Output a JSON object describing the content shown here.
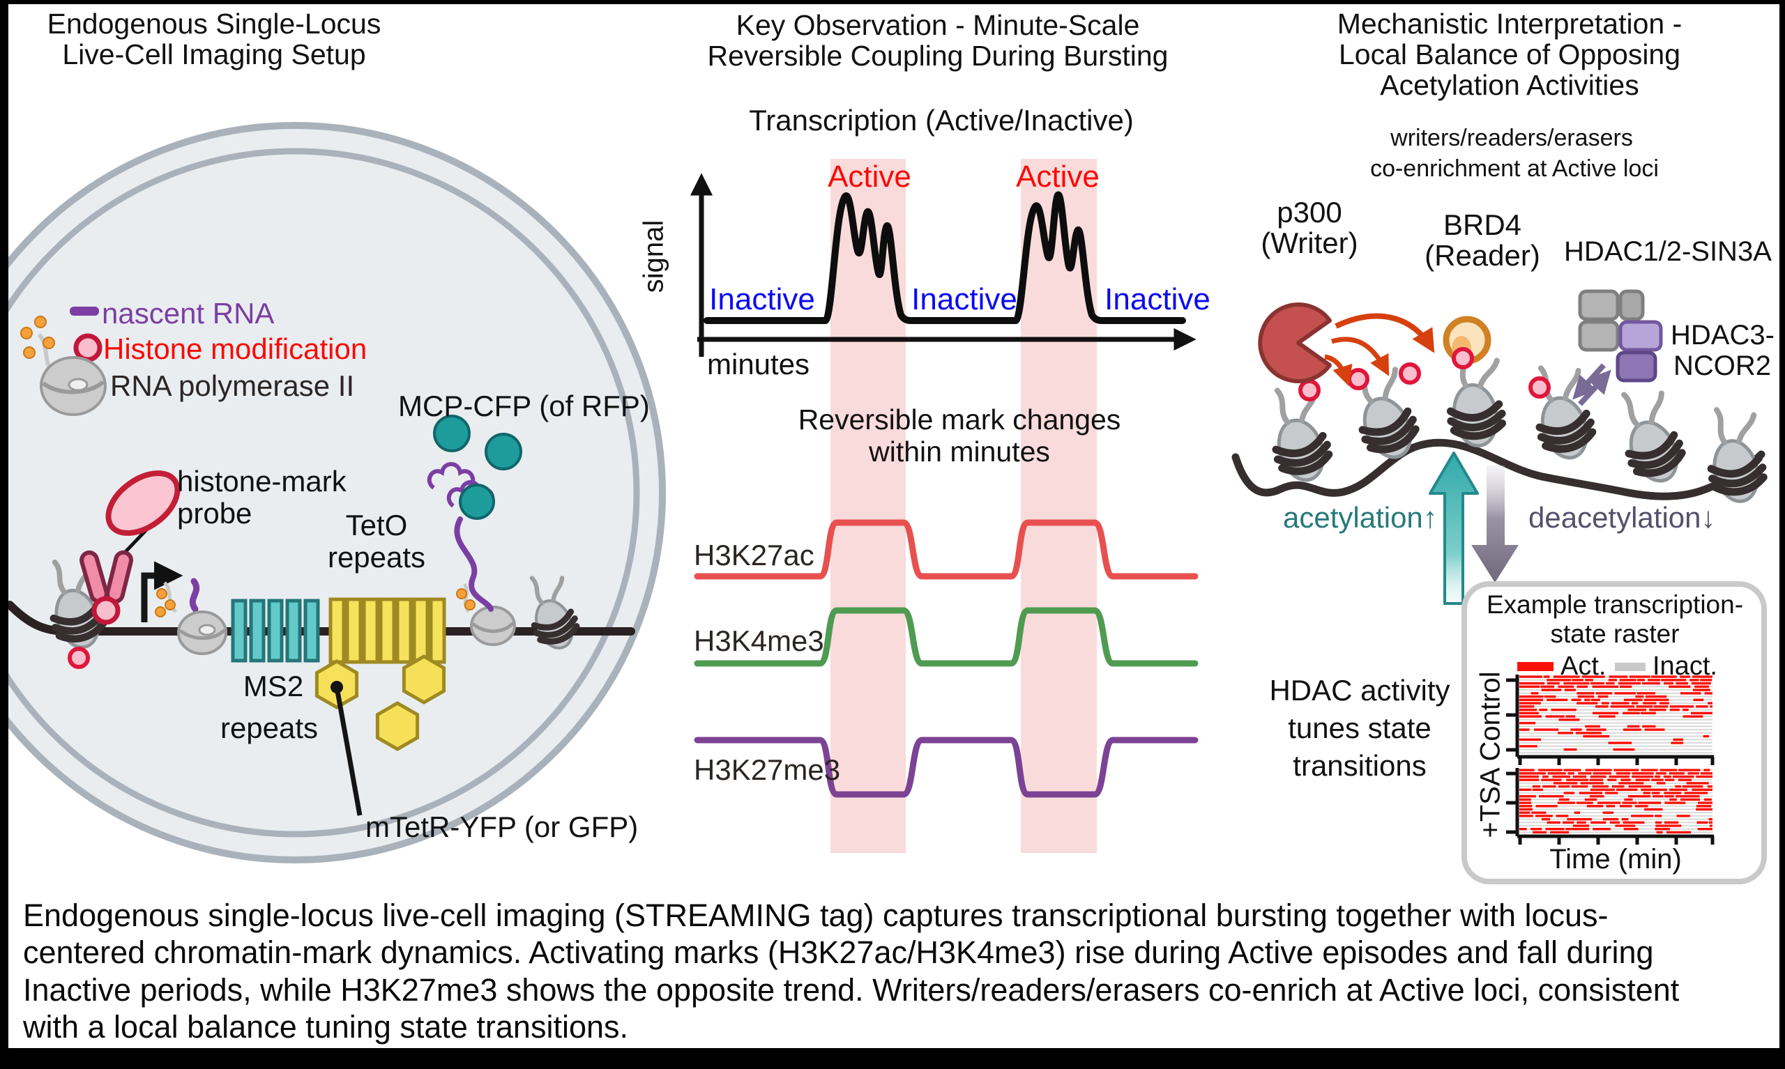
{
  "left": {
    "title1": "Endogenous Single-Locus",
    "title2": "Live-Cell Imaging Setup",
    "legend_nascent": "nascent RNA",
    "legend_histone": "Histone modification",
    "legend_polii": "RNA polymerase II",
    "mcp": "MCP-CFP (of RFP)",
    "probe1": "histone-mark",
    "probe2": "probe",
    "teto1": "TetO",
    "teto2": "repeats",
    "ms21": "MS2",
    "ms22": "repeats",
    "mtetr": "mTetR-YFP (or GFP)"
  },
  "middle": {
    "title1": "Key Observation - Minute-Scale",
    "title2": "Reversible Coupling During Bursting",
    "plot_title": "Transcription (Active/Inactive)",
    "ylabel": "signal",
    "xlabel": "minutes",
    "active": "Active",
    "inactive": "Inactive",
    "marks_title1": "Reversible mark changes",
    "marks_title2": "within minutes",
    "mark1": "H3K27ac",
    "mark2": "H3K4me3",
    "mark3": "H3K27me3"
  },
  "right": {
    "title1": "Mechanistic Interpretation -",
    "title2": "Local Balance of Opposing",
    "title3": "Acetylation Activities",
    "sub1": "writers/readers/erasers",
    "sub2": "co-enrichment at Active loci",
    "p300a": "p300",
    "p300b": "(Writer)",
    "brd4a": "BRD4",
    "brd4b": "(Reader)",
    "hdac12": "HDAC1/2-SIN3A",
    "hdac3a": "HDAC3-",
    "hdac3b": "NCOR2",
    "acet": "acetylation↑",
    "deacet": "deacetylation↓",
    "note1": "HDAC activity",
    "note2": "tunes state",
    "note3": "transitions",
    "raster": {
      "title1": "Example transcription-",
      "title2": "state raster",
      "act": "Act.",
      "inact": "Inact.",
      "row1": "Control",
      "row2": "+TSA",
      "xlabel": "Time (min)",
      "panels": [
        {
          "label": "Control",
          "seed": 11,
          "rows": 24,
          "p_top": 0.93,
          "p_bottom": 0.05
        },
        {
          "label": "+TSA",
          "seed": 29,
          "rows": 20,
          "p_top": 0.95,
          "p_bottom": 0.45
        }
      ]
    }
  },
  "caption": [
    "Endogenous single-locus live-cell imaging (STREAMING tag) captures transcriptional bursting together with locus-",
    "centered chromatin-mark dynamics. Activating marks (H3K27ac/H3K4me3) rise during Active episodes and fall during",
    "Inactive periods, while H3K27me3 shows the opposite trend. Writers/readers/erasers co-enrich at Active loci, consistent",
    "with a local balance tuning state transitions."
  ],
  "colors": {
    "nascent": "#7B3FA3",
    "histone": "#FB0905",
    "inactive": "#0B0BF1",
    "h3k27ac": "#E85050",
    "h3k4me3": "#4F9B51",
    "h3k27me3": "#7C4394",
    "acetyl": "#27797B",
    "deacetyl": "#55506A",
    "raster_red": "#FB1005",
    "band_pink": "#F9DBDB",
    "ms2_teal": "#63CACA",
    "teto_yellow": "#F6E35C",
    "cell_fill": "#E9EDF0",
    "cell_ring": "#A9B2BB"
  }
}
